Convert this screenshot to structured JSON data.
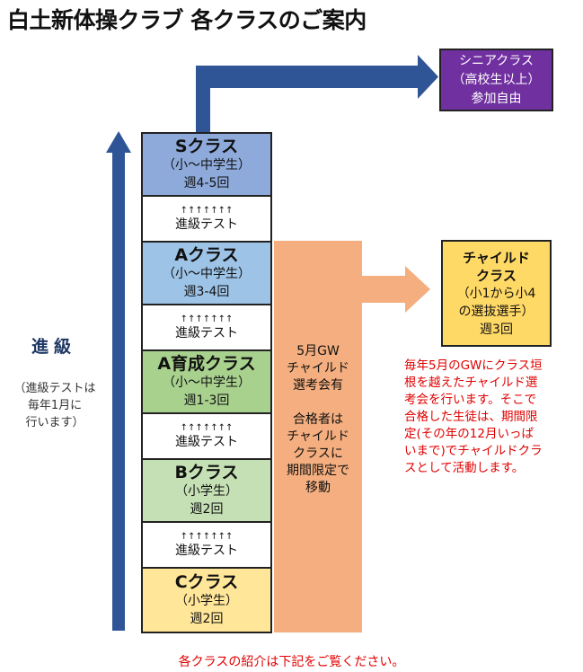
{
  "title": "白土新体操クラブ 各クラスのご案内",
  "progression": {
    "label": "進級",
    "note": [
      "（進級テストは",
      "毎年1月に",
      "行います）"
    ]
  },
  "classes": [
    {
      "name": "Sクラス",
      "grade": "（小〜中学生）",
      "freq": "週4-5回",
      "color": "#8eaadb"
    },
    {
      "name": "Aクラス",
      "grade": "（小〜中学生）",
      "freq": "週3-4回",
      "color": "#9dc3e6"
    },
    {
      "name": "A育成クラス",
      "grade": "（小〜中学生）",
      "freq": "週1-3回",
      "color": "#a9d18e"
    },
    {
      "name": "Bクラス",
      "grade": "（小学生）",
      "freq": "週2回",
      "color": "#c5e0b4"
    },
    {
      "name": "Cクラス",
      "grade": "（小学生）",
      "freq": "週2回",
      "color": "#ffe699"
    }
  ],
  "gaps": {
    "arrows": "↑↑↑↑↑↑↑",
    "text": "進級テスト"
  },
  "orange_box": {
    "color": "#f4ae7f",
    "lines": [
      "5月GW",
      "チャイルド",
      "選考会有",
      "",
      "合格者は",
      "チャイルド",
      "クラスに",
      "期間限定で",
      "移動"
    ]
  },
  "senior": {
    "lines": [
      "シニアクラス",
      "（高校生以上）",
      "参加自由"
    ],
    "color": "#7030a0"
  },
  "child": {
    "name": [
      "チャイルド",
      "クラス"
    ],
    "grade": [
      "（小1から小4",
      "の選抜選手）"
    ],
    "freq": "週3回",
    "color": "#ffd966"
  },
  "red_note": [
    "毎年5月のGWにクラス垣",
    "根を越えたチャイルド選",
    "考会を行います。そこで",
    "合格した生徒は、期間限",
    "定(その年の12月いっぱ",
    "いまで)でチャイルドクラ",
    "スとして活動します。"
  ],
  "footer": "各クラスの紹介は下記をご覧ください。",
  "colors": {
    "arrow_blue": "#2f5597",
    "red": "#e00000"
  }
}
